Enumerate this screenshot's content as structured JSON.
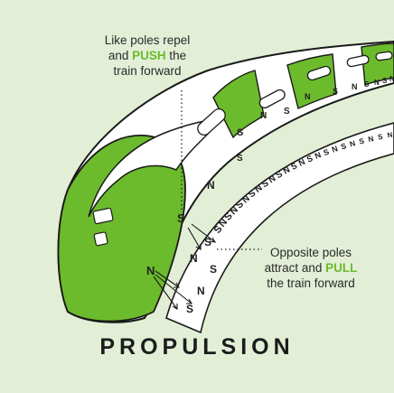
{
  "colors": {
    "background": "#e2efd6",
    "accent": "#6cbb2d",
    "outline": "#1a1a1a",
    "train_body": "#ffffff",
    "title_text": "#1c1c1c"
  },
  "callouts": {
    "repel": {
      "line1": "Like poles repel",
      "line2_pre": "and ",
      "line2_highlight": "PUSH",
      "line2_post": " the",
      "line3": "train forward"
    },
    "attract": {
      "line1": "Opposite poles",
      "line2_pre": "attract and ",
      "line2_highlight": "PULL",
      "line3": "the train forward"
    }
  },
  "title": "PROPULSION",
  "train_poles": [
    "S",
    "N",
    "S",
    "N",
    "S",
    "N",
    "S",
    "N",
    "S",
    "N",
    "S",
    "N"
  ],
  "track_poles": [
    "S",
    "N",
    "S",
    "N",
    "S",
    "N",
    "S",
    "N",
    "S",
    "N",
    "S",
    "N",
    "S",
    "N",
    "S",
    "N",
    "S",
    "N",
    "S",
    "N",
    "S",
    "N",
    "S",
    "N"
  ],
  "front_poles": {
    "upper_train": "S",
    "lower_train": "N",
    "track": [
      "S",
      "N",
      "S",
      "N",
      "S"
    ]
  }
}
